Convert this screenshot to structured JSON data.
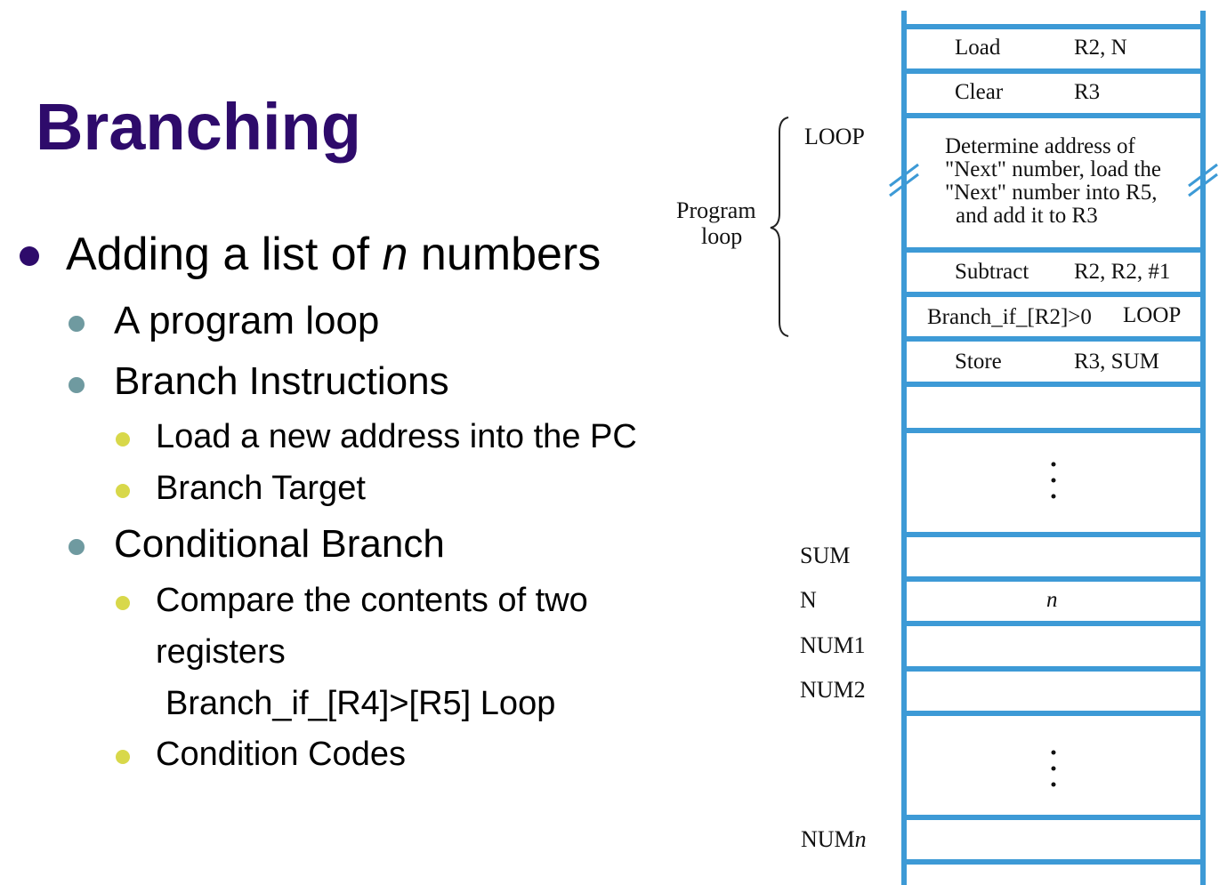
{
  "slide": {
    "title": "Branching",
    "bullets": {
      "b1_pre": "Adding a list of ",
      "b1_var": "n",
      "b1_post": " numbers",
      "b1_1": "A program loop",
      "b1_2": "Branch Instructions",
      "b1_2_1": "Load a new address into the PC",
      "b1_2_2": "Branch Target",
      "b1_3": "Conditional Branch",
      "b1_3_1a": "Compare the contents of two",
      "b1_3_1b": "registers",
      "b1_3_1c": "Branch_if_[R4]>[R5]  Loop",
      "b1_3_2": "Condition Codes"
    }
  },
  "diagram": {
    "loop_label": "LOOP",
    "program_loop_label_1": "Program",
    "program_loop_label_2": "loop",
    "cells": {
      "c1_op": "Load",
      "c1_arg": "R2, N",
      "c2_op": "Clear",
      "c2_arg": "R3",
      "c3_l1": "Determine address of",
      "c3_l2": "\"Next\" number, load the",
      "c3_l3": "\"Next\" number into R5,",
      "c3_l4": "and add it to R3",
      "c4_op": "Subtract",
      "c4_arg": "R2, R2, #1",
      "c5_op": "Branch_if_[R2]>0",
      "c5_arg": "LOOP",
      "c6_op": "Store",
      "c6_arg": "R3, SUM",
      "n_value": "n"
    },
    "data_labels": {
      "sum": "SUM",
      "n": "N",
      "num1": "NUM1",
      "num2": "NUM2",
      "numn_pre": "NUM",
      "numn_var": "n"
    },
    "colors": {
      "frame": "#3d9ad6",
      "title": "#2e0b6b",
      "dot_blue": "#2e0b6b",
      "dot_teal": "#6f9aa0",
      "dot_yellow": "#d8d84a"
    }
  }
}
